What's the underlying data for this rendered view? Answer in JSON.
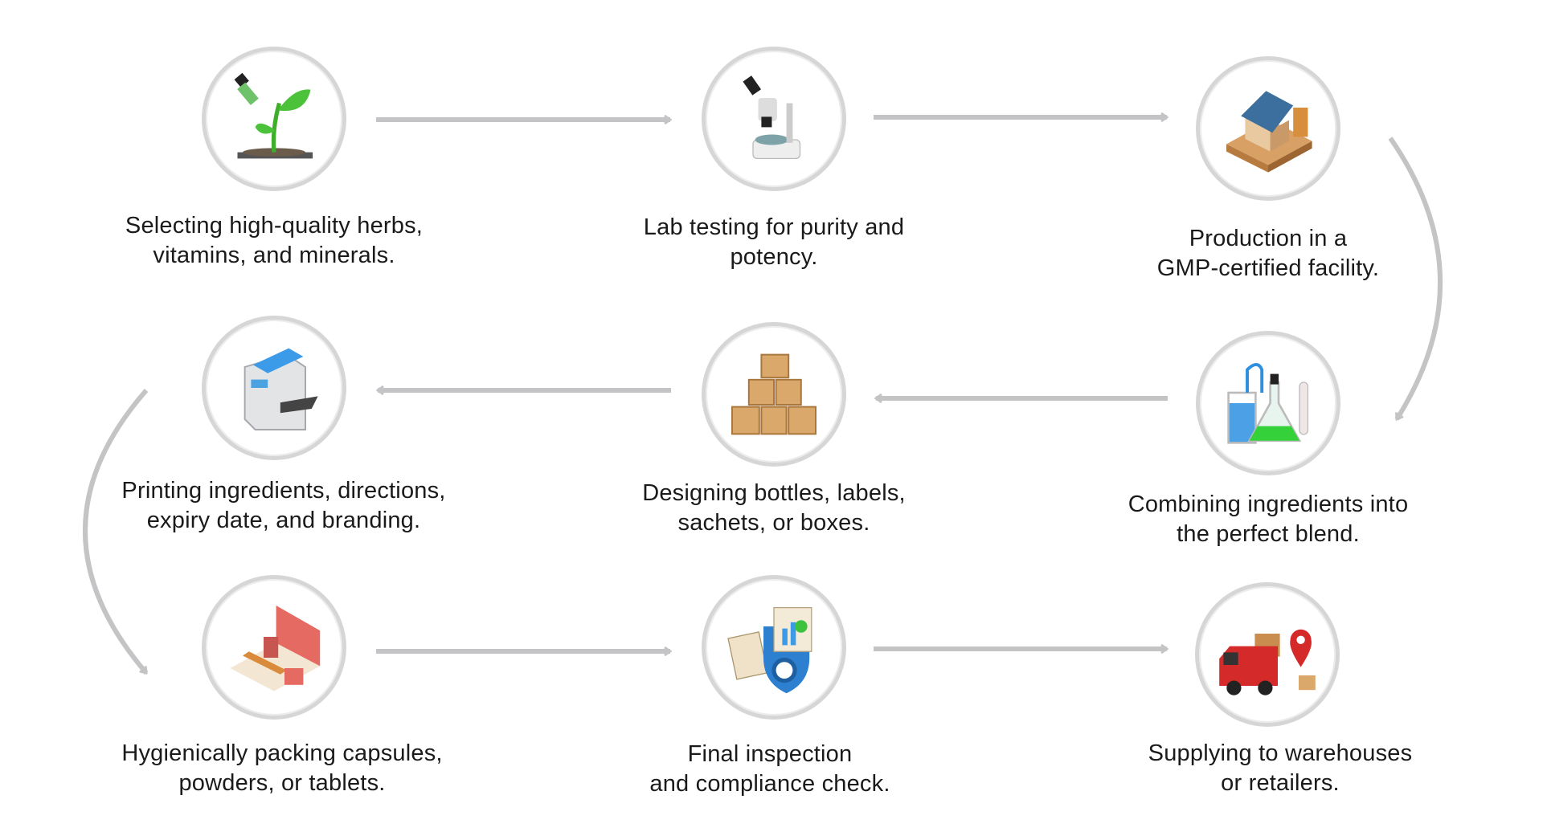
{
  "diagram_title": "",
  "colors": {
    "arrow": "#c4c4c6",
    "ring": "#d6d6d6",
    "text": "#1a1a1a"
  },
  "steps": [
    {
      "icon": "plant-dropper-icon",
      "line1": "Selecting high-quality herbs,",
      "line2": "vitamins, and minerals."
    },
    {
      "icon": "microscope-icon",
      "line1": "Lab testing for purity and",
      "line2": "potency."
    },
    {
      "icon": "factory-warehouse-icon",
      "line1": "Production in a",
      "line2": "GMP-certified facility."
    },
    {
      "icon": "lab-flask-icon",
      "line1": "Combining ingredients into",
      "line2": "the perfect blend."
    },
    {
      "icon": "cardboard-boxes-icon",
      "line1": "Designing bottles, labels,",
      "line2": "sachets, or boxes."
    },
    {
      "icon": "printer-icon",
      "line1": "Printing ingredients, directions,",
      "line2": "expiry date, and branding."
    },
    {
      "icon": "packing-line-icon",
      "line1": "Hygienically packing capsules,",
      "line2": "powders, or tablets."
    },
    {
      "icon": "qc-report-shield-icon",
      "line1": "Final inspection",
      "line2": "and compliance check."
    },
    {
      "icon": "delivery-truck-icon",
      "line1": "Supplying to warehouses",
      "line2": "or retailers."
    }
  ]
}
